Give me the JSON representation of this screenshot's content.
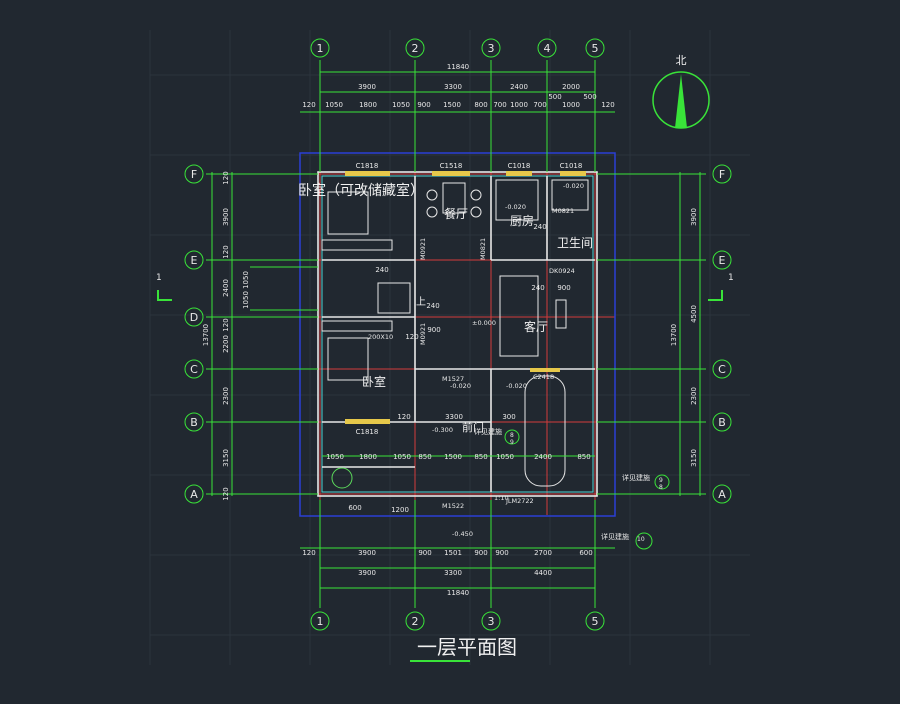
{
  "drawing": {
    "title": "一层平面图",
    "north_label": "北",
    "grid_top": [
      "1",
      "2",
      "3",
      "4",
      "5"
    ],
    "grid_bottom": [
      "1",
      "2",
      "3",
      "5"
    ],
    "grid_rows": [
      "F",
      "E",
      "D",
      "C",
      "B",
      "A"
    ],
    "section_mark": "1",
    "dims": {
      "top_total": "11840",
      "top_row1": [
        "3900",
        "3300",
        "2400",
        "2000"
      ],
      "top_row2": [
        "120",
        "1050",
        "1800",
        "1050",
        "900",
        "1500",
        "800",
        "700",
        "1000",
        "700",
        "1000",
        "500",
        "120"
      ],
      "top_small": "500",
      "bottom_row1": [
        "120",
        "3900",
        "900",
        "1501",
        "900",
        "900",
        "2700",
        "600"
      ],
      "bottom_row2": [
        "3900",
        "3300",
        "4400"
      ],
      "bottom_total": "11840",
      "left_outer": "13700",
      "left_segments": [
        "120",
        "3900",
        "120",
        "2400",
        "120",
        "2200",
        "2300",
        "3150",
        "120"
      ],
      "left_inner": [
        "1050",
        "1050"
      ],
      "right_outer": "13700",
      "right_segments": [
        "3900",
        "4500",
        "2300",
        "3150"
      ],
      "inner_row": [
        "1050",
        "1800",
        "1050",
        "850",
        "1500",
        "850",
        "1050",
        "2400",
        "850"
      ],
      "misc": [
        "240",
        "240",
        "240",
        "240",
        "120",
        "120",
        "900",
        "600",
        "300",
        "3300",
        "1200",
        "900"
      ]
    },
    "windows": [
      "C1818",
      "C1518",
      "C1018",
      "C1018",
      "C1818"
    ],
    "rooms": {
      "bedroom_storage": "卧室（可改储藏室）",
      "dining": "餐厅",
      "kitchen": "厨房",
      "bathroom": "卫生间",
      "living": "客厅",
      "bedroom": "卧室",
      "porch": "前门"
    },
    "doors": [
      "M0921",
      "M0821",
      "M0821",
      "M0921",
      "M1527",
      "M1522",
      "JLM2722",
      "DK0924",
      "C2418"
    ],
    "elevations": [
      "-0.020",
      "-0.020",
      "±0.000",
      "-0.020",
      "-0.300",
      "-0.450",
      "-0.020",
      "1:10"
    ],
    "stair_label": "上",
    "stair_dim": "200X10",
    "details": [
      "详见建施",
      "详见建施",
      "详见建施"
    ],
    "detail_nums": [
      "8",
      "9",
      "9",
      "10"
    ],
    "detail_sub": "8"
  }
}
